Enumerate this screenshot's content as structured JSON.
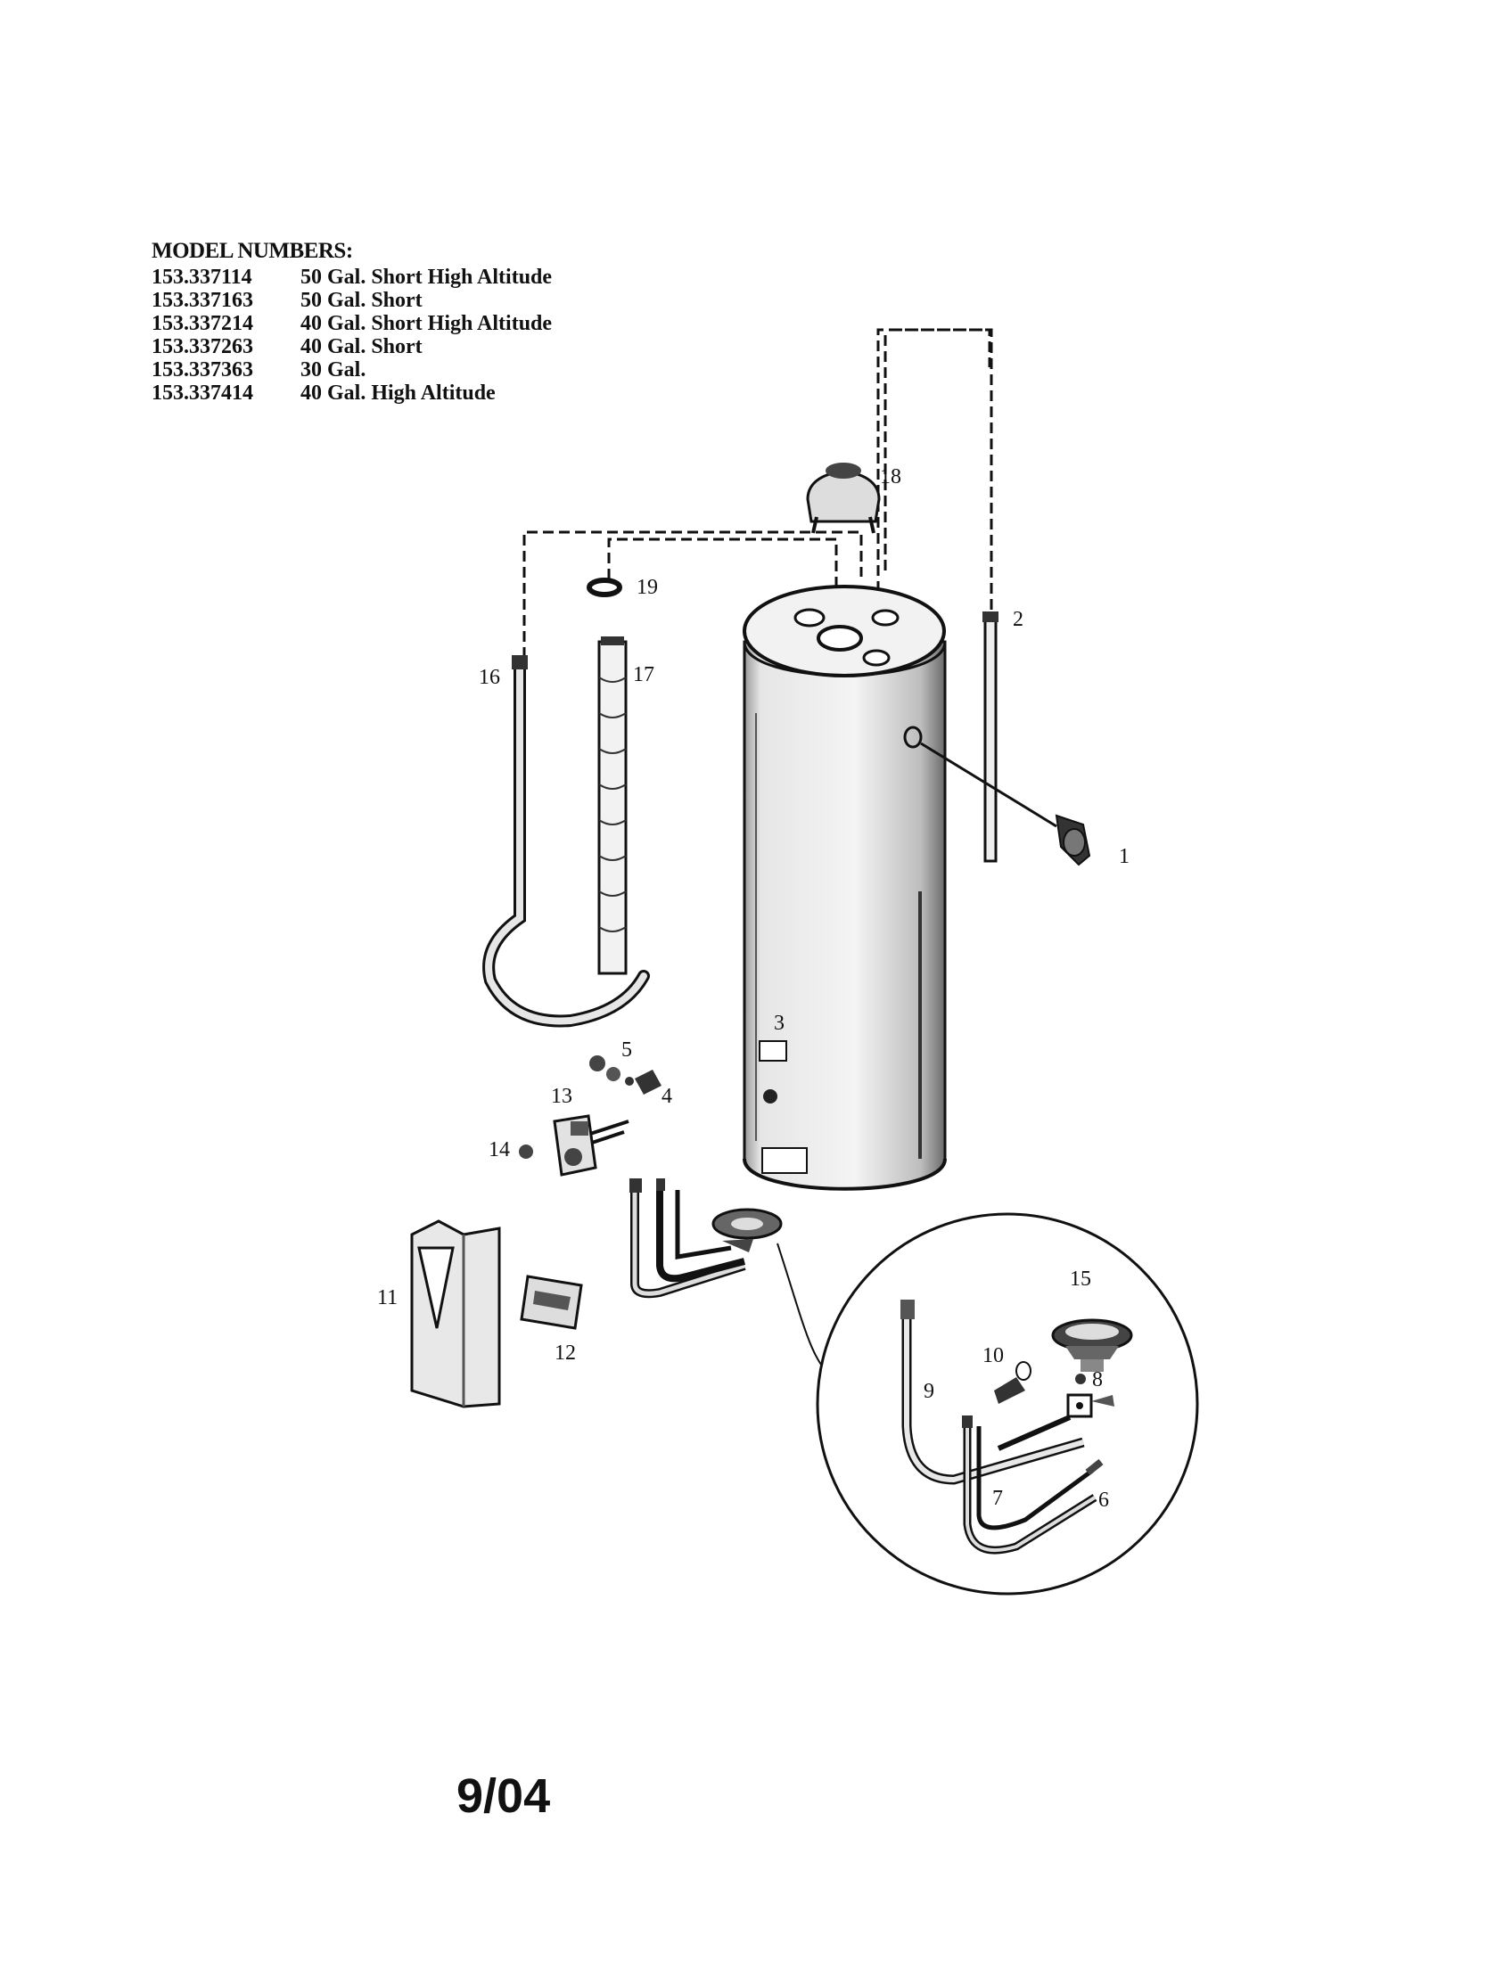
{
  "models": {
    "heading": "MODEL NUMBERS:",
    "rows": [
      {
        "number": "153.337114",
        "description": "50 Gal. Short High Altitude"
      },
      {
        "number": "153.337163",
        "description": "50 Gal. Short"
      },
      {
        "number": "153.337214",
        "description": "40 Gal. Short High Altitude"
      },
      {
        "number": "153.337263",
        "description": "40 Gal. Short"
      },
      {
        "number": "153.337363",
        "description": "30 Gal."
      },
      {
        "number": "153.337414",
        "description": "40 Gal. High Altitude"
      }
    ]
  },
  "callouts": {
    "p1": "1",
    "p2": "2",
    "p3": "3",
    "p4": "4",
    "p5": "5",
    "p6": "6",
    "p7": "7",
    "p8": "8",
    "p9": "9",
    "p10": "10",
    "p11": "11",
    "p12": "12",
    "p13": "13",
    "p14": "14",
    "p15": "15",
    "p16": "16",
    "p17": "17",
    "p18": "18",
    "p19": "19"
  },
  "date": "9/04"
}
